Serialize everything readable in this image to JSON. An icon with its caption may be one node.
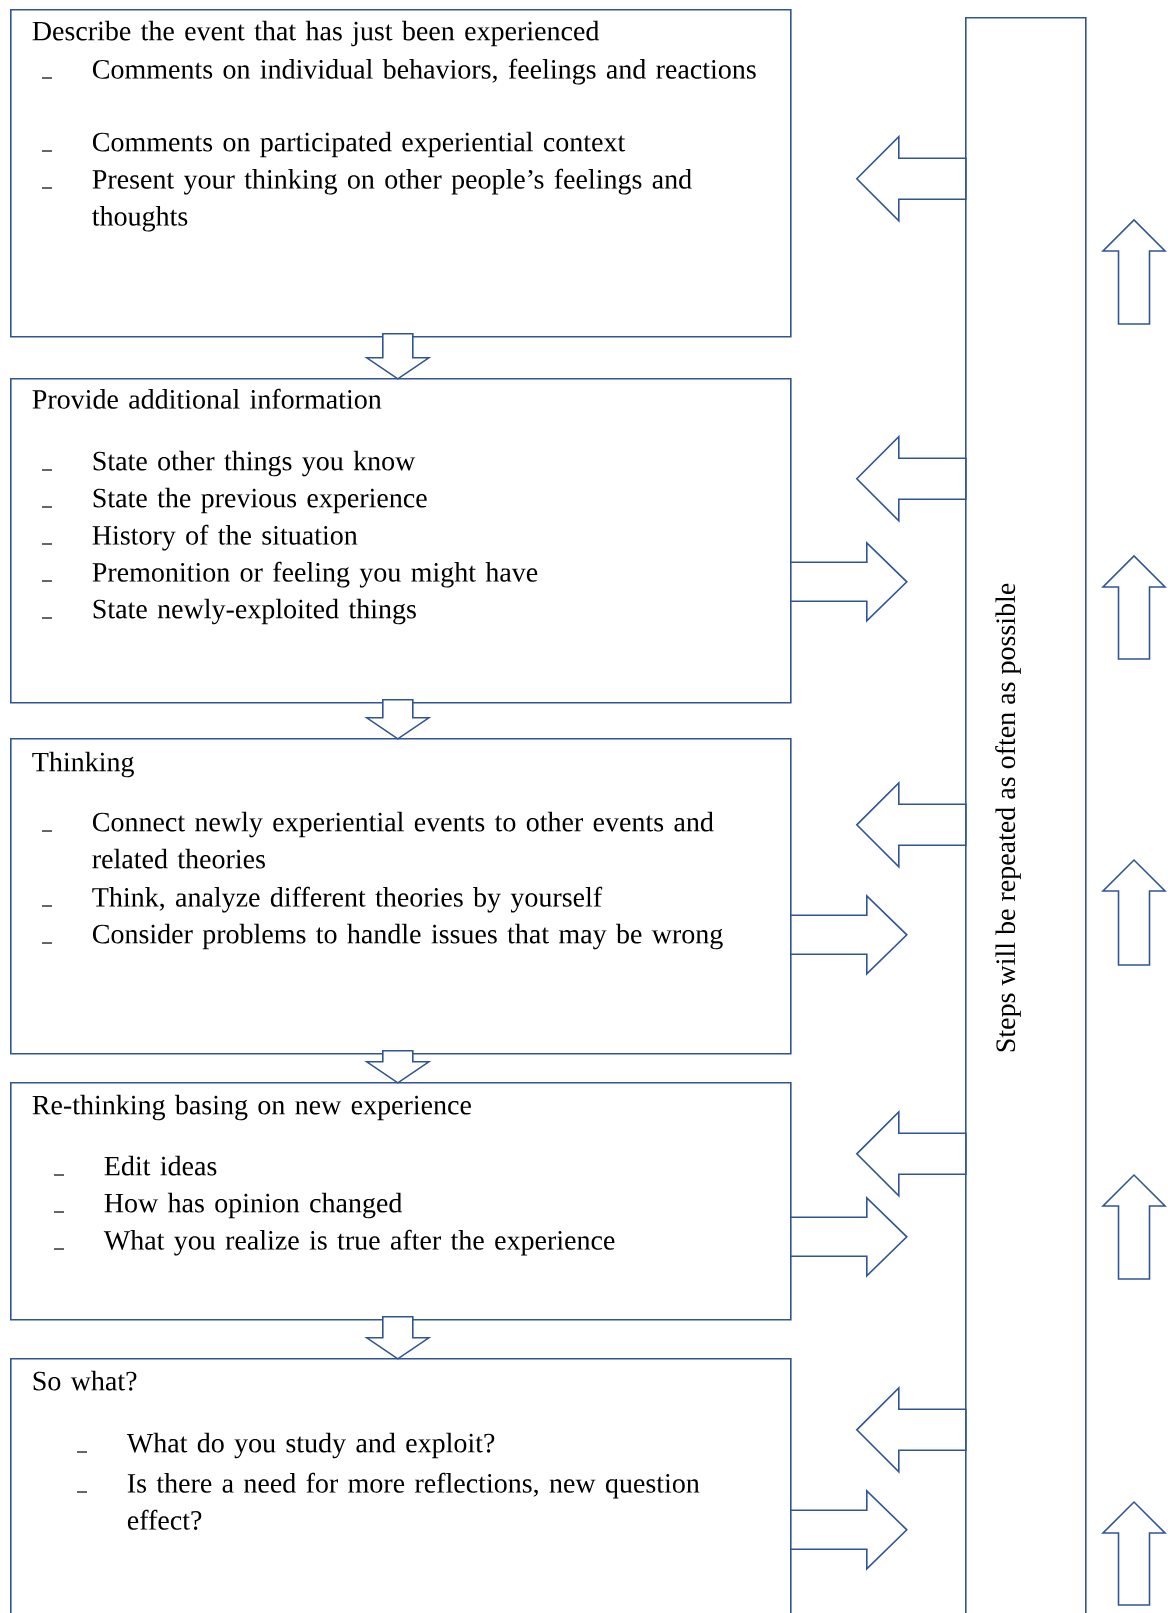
{
  "diagram": {
    "nodes": [
      {
        "text": [
          "Describe the event that has just been experienced",
          "Comments on individual behaviors, feelings and reactions",
          "Comments on participated experiential context",
          "Present your thinking on other people’s feelings and thoughts"
        ]
      },
      {
        "text": [
          "Provide additional information",
          "State other things you know",
          "State the previous experience",
          "History of the situation",
          "Premonition or feeling you might have",
          "State newly-exploited things"
        ]
      },
      {
        "text": [
          "Thinking",
          "Connect newly experiential events to other events and related theories",
          "Think, analyze different theories by yourself",
          "Consider problems to handle issues that may be wrong"
        ]
      },
      {
        "text": [
          "Re-thinking basing on new experience",
          "Edit ideas",
          "How has opinion changed",
          "What you realize is true after the experience"
        ]
      },
      {
        "text": [
          "So what?",
          "What do you study and exploit?",
          "Is there a need for more reflections, new question effect?"
        ]
      },
      {
        "text": [
          "Steps will be repeated as often as possible"
        ]
      }
    ],
    "edges": [
      {
        "from": 0,
        "to": 1,
        "arrow": "to"
      },
      {
        "from": 1,
        "to": 2,
        "arrow": "to"
      },
      {
        "from": 2,
        "to": 3,
        "arrow": "to"
      },
      {
        "from": 3,
        "to": 4,
        "arrow": "to"
      },
      {
        "from": 5,
        "to": 0,
        "arrow": "to"
      },
      {
        "from": 5,
        "to": 1,
        "arrow": "to"
      },
      {
        "from": 1,
        "to": 5,
        "arrow": "to"
      },
      {
        "from": 5,
        "to": 2,
        "arrow": "to"
      },
      {
        "from": 2,
        "to": 5,
        "arrow": "to"
      },
      {
        "from": 5,
        "to": 3,
        "arrow": "to"
      },
      {
        "from": 3,
        "to": 5,
        "arrow": "to"
      },
      {
        "from": 5,
        "to": 4,
        "arrow": "to"
      },
      {
        "from": 4,
        "to": 5,
        "arrow": "to"
      }
    ]
  }
}
